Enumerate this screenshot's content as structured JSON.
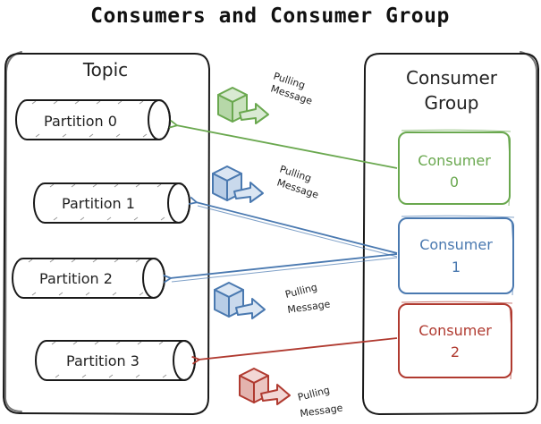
{
  "title": "Consumers and Consumer Group",
  "topic": {
    "label": "Topic",
    "partitions": [
      "Partition 0",
      "Partition 1",
      "Partition 2",
      "Partition 3"
    ]
  },
  "group": {
    "label_line1": "Consumer",
    "label_line2": "Group",
    "consumers": [
      {
        "line1": "Consumer",
        "line2": "0",
        "color": "#6aa84f"
      },
      {
        "line1": "Consumer",
        "line2": "1",
        "color": "#4a79b0"
      },
      {
        "line1": "Consumer",
        "line2": "2",
        "color": "#b03a30"
      }
    ]
  },
  "pulls": [
    {
      "line1": "Pulling",
      "line2": "Message",
      "color": "#6aa84f"
    },
    {
      "line1": "Pulling",
      "line2": "Message",
      "color": "#4a79b0"
    },
    {
      "line1": "Pulling",
      "line2": "Message",
      "color": "#4a79b0"
    },
    {
      "line1": "Pulling",
      "line2": "Message",
      "color": "#b03a30"
    }
  ],
  "icons": [
    "cube-arrow-icon"
  ]
}
